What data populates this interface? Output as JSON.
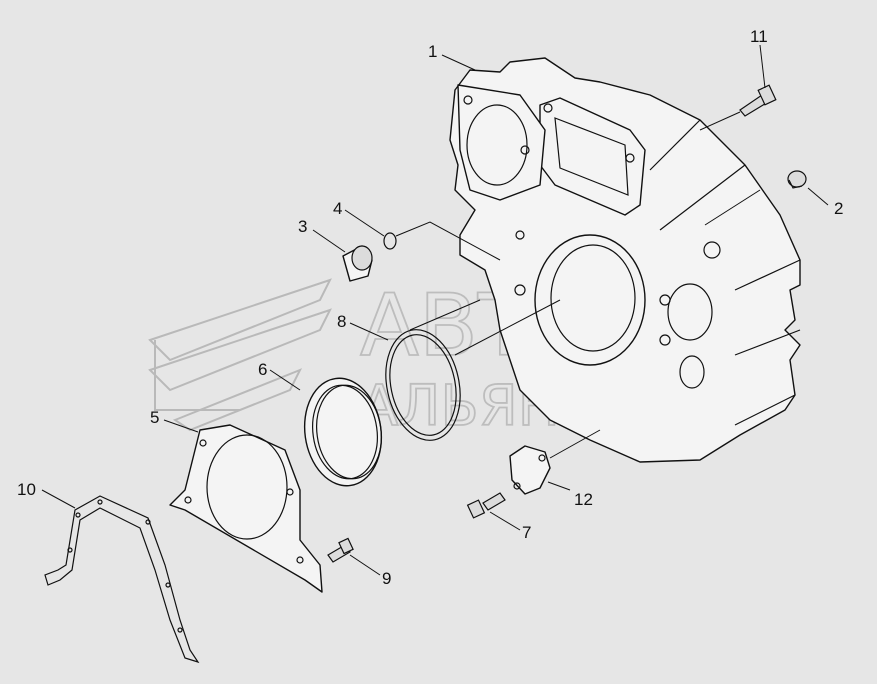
{
  "diagram": {
    "callouts": [
      {
        "id": "1",
        "label": "1"
      },
      {
        "id": "2",
        "label": "2"
      },
      {
        "id": "3",
        "label": "3"
      },
      {
        "id": "4",
        "label": "4"
      },
      {
        "id": "5",
        "label": "5"
      },
      {
        "id": "6",
        "label": "6"
      },
      {
        "id": "7",
        "label": "7"
      },
      {
        "id": "8",
        "label": "8"
      },
      {
        "id": "9",
        "label": "9"
      },
      {
        "id": "10",
        "label": "10"
      },
      {
        "id": "11",
        "label": "11"
      },
      {
        "id": "12",
        "label": "12"
      }
    ]
  },
  "watermark": {
    "line1": "АВТО",
    "line2": "АЛЬЯНС"
  }
}
